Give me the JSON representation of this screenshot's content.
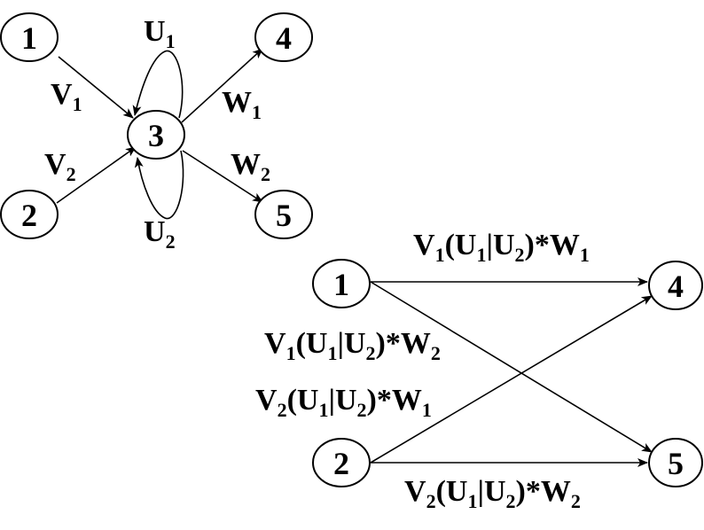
{
  "top_graph": {
    "nodes": {
      "n1": "1",
      "n2": "2",
      "n3": "3",
      "n4": "4",
      "n5": "5"
    },
    "edges": {
      "v1": {
        "base": "V",
        "sub": "1"
      },
      "v2": {
        "base": "V",
        "sub": "2"
      },
      "u1": {
        "base": "U",
        "sub": "1"
      },
      "u2": {
        "base": "U",
        "sub": "2"
      },
      "w1": {
        "base": "W",
        "sub": "1"
      },
      "w2": {
        "base": "W",
        "sub": "2"
      }
    }
  },
  "bottom_graph": {
    "nodes": {
      "n1": "1",
      "n2": "2",
      "n4": "4",
      "n5": "5"
    },
    "paths": {
      "p14": {
        "v": "V",
        "vs": "1",
        "open": "(U",
        "u1s": "1",
        "bar": "|U",
        "u2s": "2",
        "close": ")*W",
        "ws": "1"
      },
      "p15": {
        "v": "V",
        "vs": "1",
        "open": "(U",
        "u1s": "1",
        "bar": "|U",
        "u2s": "2",
        "close": ")*W",
        "ws": "2"
      },
      "p24": {
        "v": "V",
        "vs": "2",
        "open": "(U",
        "u1s": "1",
        "bar": "|U",
        "u2s": "2",
        "close": ")*W",
        "ws": "1"
      },
      "p25": {
        "v": "V",
        "vs": "2",
        "open": "(U",
        "u1s": "1",
        "bar": "|U",
        "u2s": "2",
        "close": ")*W",
        "ws": "2"
      }
    }
  }
}
